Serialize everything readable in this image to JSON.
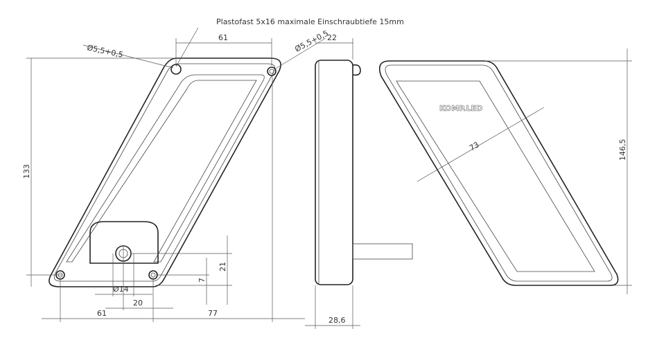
{
  "drawing": {
    "note": "Plastofast 5x16  maximale Einschraubtiefe 15mm",
    "hole_left": "Ø5,5+0,5",
    "hole_right": "Ø5,5+0,5",
    "dim_top_width": "61",
    "dim_depth_top": "22",
    "dim_height_left": "133",
    "dim_height_right": "146,5",
    "dim_lens_width": "73",
    "dim_bottom_left": "61",
    "dim_bottom_right": "77",
    "dim_hole_spacing": "20",
    "dim_diameter": "Ø14",
    "dim_21": "21",
    "dim_7": "7",
    "dim_depth_bottom": "28,6",
    "brand": "KOMP.LED"
  }
}
